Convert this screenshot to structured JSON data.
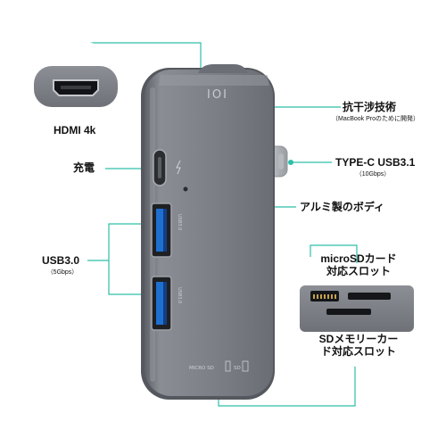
{
  "device": {
    "logo_text": "IOI",
    "usb_port_text": "USB3.0",
    "card_slot_text": "MICRO SD",
    "sd_slot_text": "SD",
    "colors": {
      "body": "#7c7f86",
      "edge": "#5f6268",
      "accent": "#2dbfa8"
    }
  },
  "labels": {
    "hdmi": "HDMI 4k",
    "tech": "抗干涉技術",
    "tech_sub": "（MacBook Proのために開発）",
    "typec": "TYPE-C USB3.1",
    "typec_sub": "（10Gbps）",
    "charge": "充電",
    "aluminum": "アルミ製のボディ",
    "usb": "USB3.0",
    "usb_sub": "（5Gbps）",
    "microsd_line1": "microSDカード",
    "microsd_line2": "対応スロット",
    "sd_line1": "SDメモリーカー",
    "sd_line2": "ド対応スロット"
  }
}
